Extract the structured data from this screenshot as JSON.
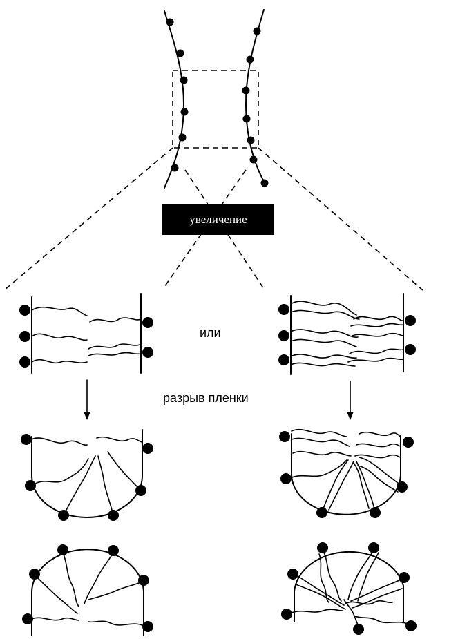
{
  "labels": {
    "magnify": "увеличение",
    "or": "или",
    "film_rupture": "разрыв пленки"
  },
  "colors": {
    "ink": "#000000",
    "paper": "#ffffff"
  }
}
